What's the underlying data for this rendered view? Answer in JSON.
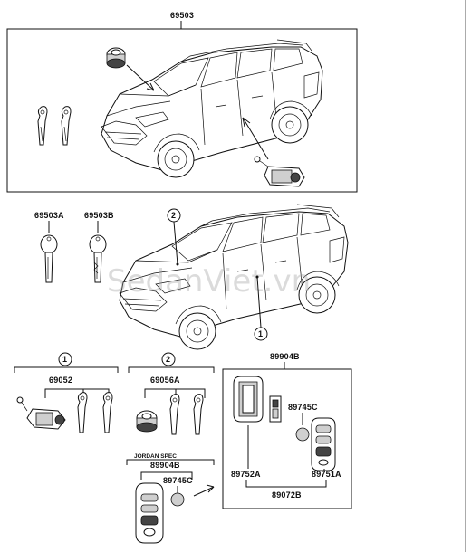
{
  "labels": {
    "main_kit": "69503",
    "key_a": "69503A",
    "key_b": "69503B",
    "lock_set_1": "69052",
    "lock_set_2": "69056A",
    "smart_kit": "89904B",
    "jordan_spec": "JORDAN SPEC",
    "jordan_kit": "89904B",
    "battery_left": "89745C",
    "battery_right": "89745C",
    "key_cover": "89752A",
    "remote_key": "89751A",
    "remote_assy": "89072B",
    "marker_1": "1",
    "marker_2": "2"
  },
  "watermark": "SedanViet.vn"
}
